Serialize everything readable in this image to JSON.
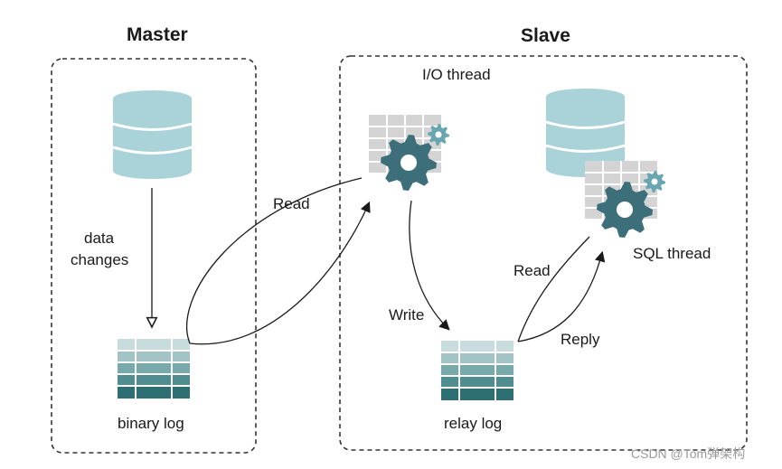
{
  "master": {
    "title": "Master",
    "data_changes_line1": "data",
    "data_changes_line2": "changes",
    "binary_log": "binary log"
  },
  "slave": {
    "title": "Slave",
    "io_thread": "I/O thread",
    "sql_thread": "SQL thread",
    "relay_log": "relay log"
  },
  "arrows": {
    "read_master": "Read",
    "write": "Write",
    "read_relay": "Read",
    "reply": "Reply"
  },
  "watermark": "CSDN @Tom弹架构",
  "colors": {
    "db_teal": "#a9d3d8",
    "gear_dark": "#3d6f7a",
    "gear_light": "#6aa6b2",
    "grid_gray": "#c8c8c8",
    "log_dark": "#2d6f73"
  }
}
